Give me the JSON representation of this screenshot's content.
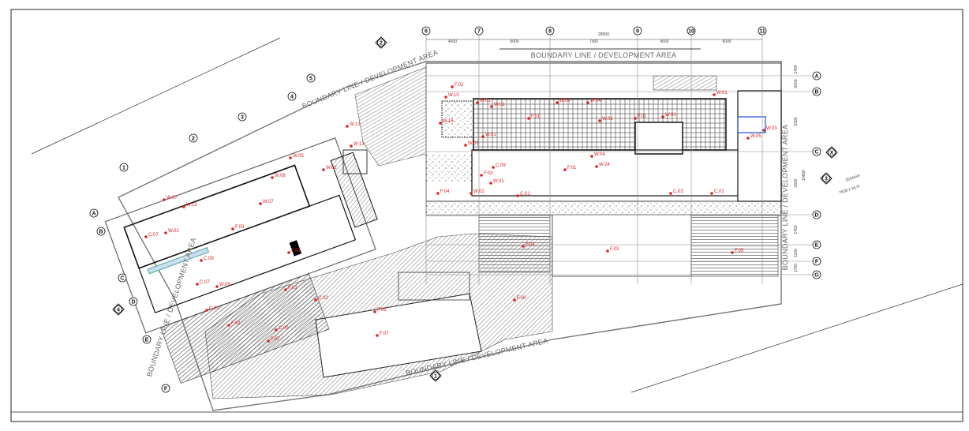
{
  "drawing": {
    "boundary_label": "BOUNDARY LINE / DEVELOPMENT AREA",
    "overall_dimension": "28500",
    "column_grid": [
      "6",
      "7",
      "8",
      "9",
      "10",
      "11"
    ],
    "column_spacings": [
      "4500",
      "6000",
      "7500",
      "4500",
      "6000"
    ],
    "row_grid": [
      "A",
      "B",
      "C",
      "D",
      "E",
      "F",
      "G"
    ],
    "row_spacings": [
      "1400",
      "5000",
      "5300",
      "2500",
      "1450",
      "1100",
      "1700"
    ],
    "row_total": "10650",
    "left_column_grid": [
      "1",
      "2",
      "3",
      "4",
      "5"
    ],
    "left_row_grid": [
      "A",
      "B",
      "C",
      "D",
      "E",
      "F"
    ],
    "section_markers": [
      "1",
      "2",
      "X",
      "3",
      "4"
    ],
    "level_note": [
      "3544mm",
      "7838.1 sq.m"
    ],
    "colors": {
      "tag": "#e02020",
      "line": "#333333",
      "grid": "#888888",
      "accent_blue": "#1a4fd0"
    }
  },
  "tags": [
    "F.02",
    "W.10",
    "W.16",
    "W.01",
    "W.01",
    "W.01",
    "W.04",
    "F.01",
    "W.01",
    "W.04",
    "W.01",
    "W.04",
    "F.01",
    "W.01",
    "W.01",
    "W.03",
    "W.05",
    "F.01",
    "W.24",
    "F.03",
    "C.09",
    "W.02",
    "W.01",
    "C.01",
    "C.03",
    "C.01",
    "F.04",
    "F.04",
    "F.03",
    "F.05",
    "W.13",
    "W.07",
    "F.03",
    "W.02",
    "W.08",
    "W.07",
    "W.13",
    "F.03",
    "C.07",
    "C.09",
    "F.03",
    "C.02",
    "W.09",
    "C.07",
    "C.01",
    "F.03",
    "F.07",
    "C.09",
    "F.07",
    "F.06",
    "F.05",
    "W.05",
    "W.02",
    "W.13"
  ]
}
